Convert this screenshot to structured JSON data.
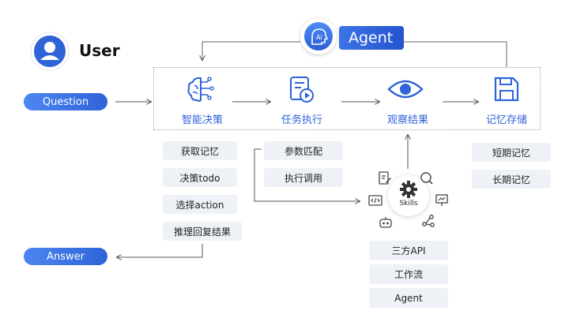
{
  "user": {
    "label": "User"
  },
  "agent": {
    "label": "Agent",
    "ai_badge": "Ai"
  },
  "io": {
    "question": "Question",
    "answer": "Answer"
  },
  "stages": [
    {
      "label": "智能决策",
      "icon": "brain-icon"
    },
    {
      "label": "任务执行",
      "icon": "task-document-icon"
    },
    {
      "label": "观察结果",
      "icon": "eye-icon"
    },
    {
      "label": "记忆存储",
      "icon": "save-disk-icon"
    }
  ],
  "decision_items": [
    "获取记忆",
    "决策todo",
    "选择action",
    "推理回复结果"
  ],
  "execution_items": [
    "参数匹配",
    "执行调用"
  ],
  "memory_items": [
    "短期记忆",
    "长期记忆"
  ],
  "skills": {
    "label": "Skills",
    "icons": [
      "document-edit-icon",
      "chat-search-icon",
      "code-icon",
      "presentation-icon",
      "robot-icon",
      "network-icon"
    ],
    "items": [
      "三方API",
      "工作流",
      "Agent"
    ]
  },
  "colors": {
    "accent": "#2f63d8",
    "chip_bg": "#eef2f7",
    "line": "#555555"
  }
}
